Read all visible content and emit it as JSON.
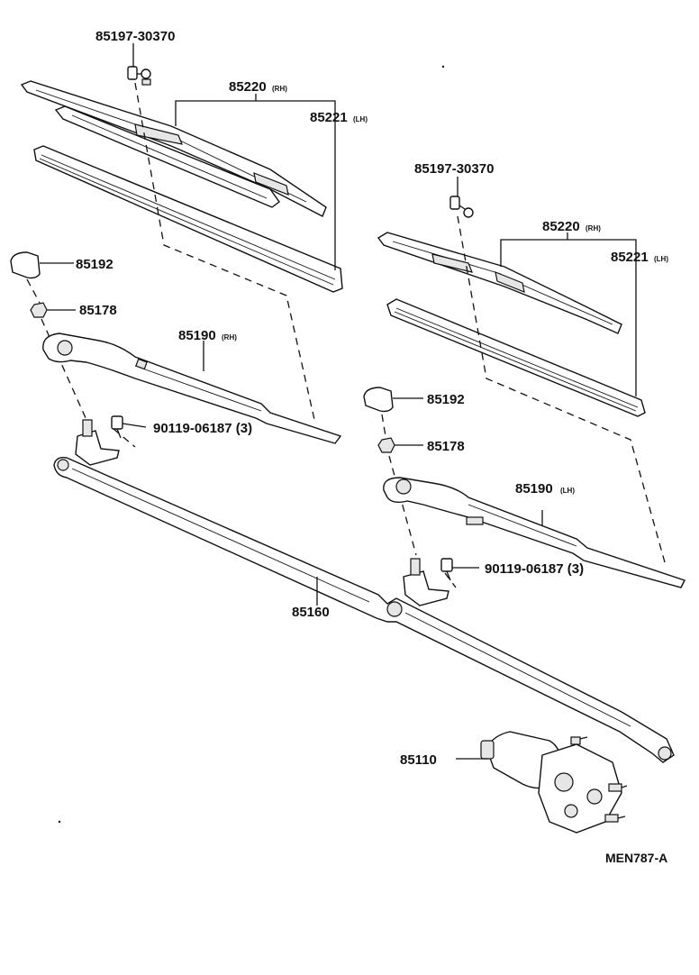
{
  "labels": {
    "clip_left": "85197-30370",
    "blade_rh_left": "85220",
    "blade_rh_left_side": "(RH)",
    "blade_lh_left": "85221",
    "blade_lh_left_side": "(LH)",
    "cap_left": "85192",
    "nut_left": "85178",
    "arm_left": "85190",
    "arm_left_side": "(RH)",
    "bolt_left": "90119-06187 (3)",
    "clip_right": "85197-30370",
    "blade_rh_right": "85220",
    "blade_rh_right_side": "(RH)",
    "blade_lh_right": "85221",
    "blade_lh_right_side": "(LH)",
    "cap_right": "85192",
    "nut_right": "85178",
    "arm_right": "85190",
    "arm_right_side": "(LH)",
    "bolt_right": "90119-06187 (3)",
    "link": "85160",
    "motor": "85110"
  },
  "reference_code": "MEN787-A"
}
